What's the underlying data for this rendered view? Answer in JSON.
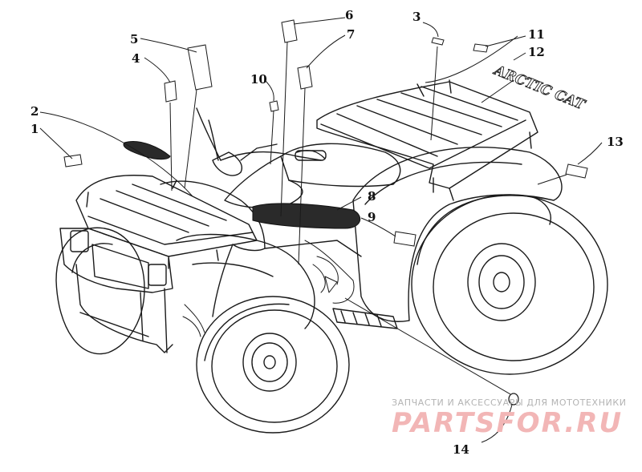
{
  "diagram": {
    "callouts": [
      "1",
      "2",
      "3",
      "4",
      "5",
      "6",
      "7",
      "8",
      "9",
      "10",
      "11",
      "12",
      "13",
      "14"
    ],
    "tank_decal_text": "ARCTIC CAT"
  },
  "watermark": {
    "subtitle": "ЗАПЧАСТИ И АКСЕССУАРЫ ДЛЯ МОТОТЕХНИКИ",
    "logo": "PARTSFOR.RU"
  },
  "colors": {
    "ink": "#1a1a1a",
    "watermark_logo": "#f2b6b6",
    "watermark_text": "#b3b3b3"
  }
}
